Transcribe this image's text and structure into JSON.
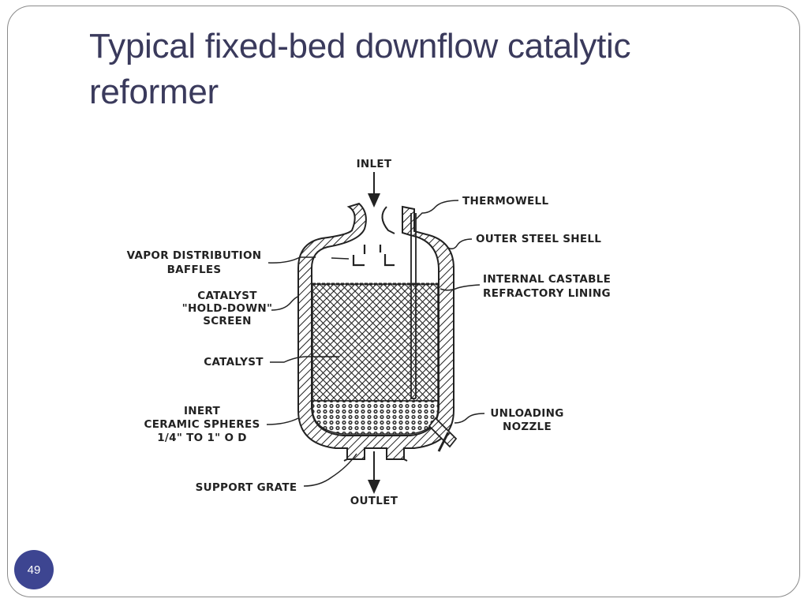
{
  "slide": {
    "title": "Typical fixed-bed downflow catalytic reformer",
    "number": "49",
    "accent_color": "#3d4591",
    "title_color": "#3a3a5c"
  },
  "diagram": {
    "labels": {
      "inlet": "INLET",
      "outlet": "OUTLET",
      "thermowell": "THERMOWELL",
      "outer_shell": "OUTER STEEL SHELL",
      "vapor_1": "VAPOR DISTRIBUTION",
      "vapor_2": "BAFFLES",
      "holddown_1": "CATALYST",
      "holddown_2": "\"HOLD-DOWN\"",
      "holddown_3": "SCREEN",
      "lining_1": "INTERNAL CASTABLE",
      "lining_2": "REFRACTORY LINING",
      "catalyst": "CATALYST",
      "inert_1": "INERT",
      "inert_2": "CERAMIC SPHERES",
      "inert_3": "1/4\" TO 1\" O D",
      "unloading_1": "UNLOADING",
      "unloading_2": "NOZZLE",
      "support_grate": "SUPPORT GRATE"
    }
  }
}
